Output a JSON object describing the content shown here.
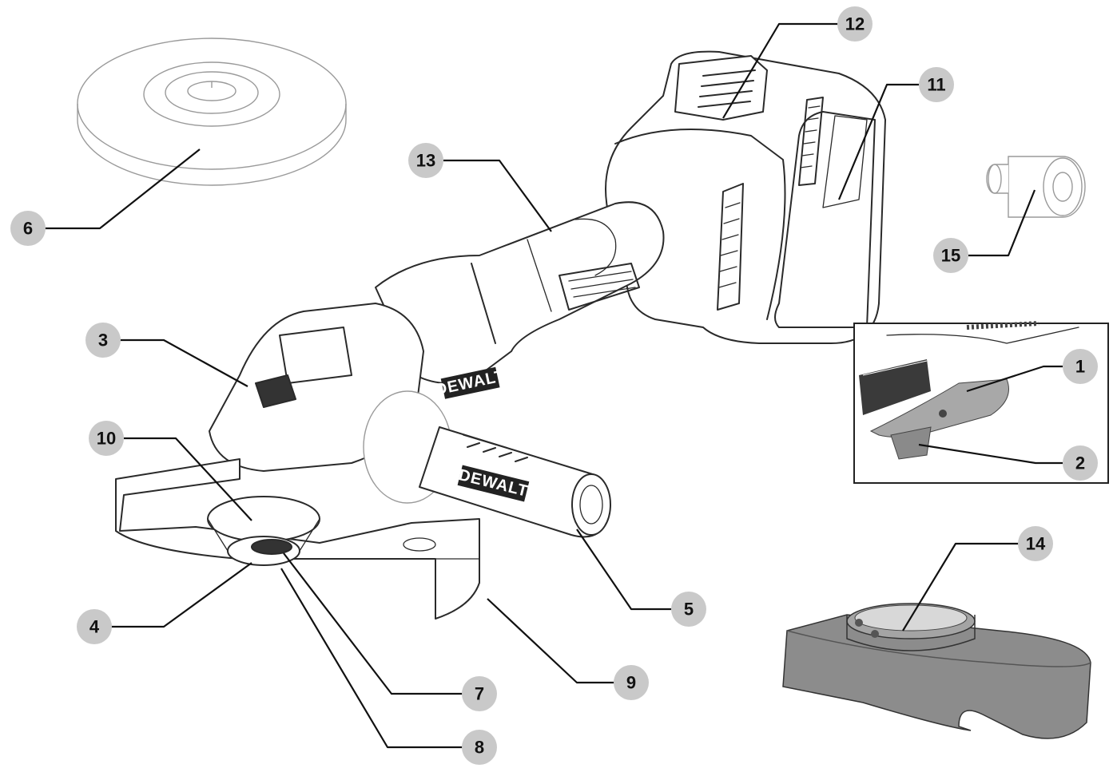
{
  "brand_text": "DEWALT",
  "colors": {
    "callout_badge": "#c9c9c9",
    "line_art": "#2a2a2a",
    "guard_shaded": "#8c8c8c",
    "inset_shaded": "#a8a8a8"
  },
  "callouts": [
    {
      "id": "1",
      "label": "1"
    },
    {
      "id": "2",
      "label": "2"
    },
    {
      "id": "3",
      "label": "3"
    },
    {
      "id": "4",
      "label": "4"
    },
    {
      "id": "5",
      "label": "5"
    },
    {
      "id": "6",
      "label": "6"
    },
    {
      "id": "7",
      "label": "7"
    },
    {
      "id": "8",
      "label": "8"
    },
    {
      "id": "9",
      "label": "9"
    },
    {
      "id": "10",
      "label": "10"
    },
    {
      "id": "11",
      "label": "11"
    },
    {
      "id": "12",
      "label": "12"
    },
    {
      "id": "13",
      "label": "13"
    },
    {
      "id": "14",
      "label": "14"
    },
    {
      "id": "15",
      "label": "15"
    }
  ]
}
